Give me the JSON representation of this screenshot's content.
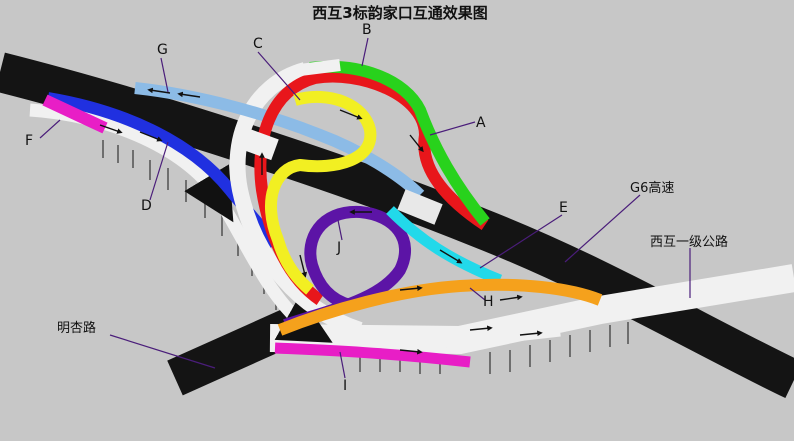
{
  "title": "西互3标韵家口互通效果图",
  "ramps": [
    {
      "id": "A",
      "color": "#e8161b"
    },
    {
      "id": "B",
      "color": "#28d21c"
    },
    {
      "id": "C",
      "color": "#f2ef22"
    },
    {
      "id": "D",
      "color": "#f1f1f1"
    },
    {
      "id": "E",
      "color": "#22d9ea"
    },
    {
      "id": "F",
      "color": "#e81ec6"
    },
    {
      "id": "G",
      "color": "#8cbbe6"
    },
    {
      "id": "H",
      "color": "#f5a11c"
    },
    {
      "id": "I",
      "color": "#e81ec6"
    },
    {
      "id": "J",
      "color": "#5c14a6"
    }
  ],
  "roads": {
    "g6": "G6高速",
    "xihu": "西互一级公路",
    "mingxing": "明杏路"
  },
  "colors": {
    "background": "#c7c7c7",
    "expressway": "#141414",
    "blue_ramp": "#2030e0",
    "light_road": "#f1f1f1"
  }
}
